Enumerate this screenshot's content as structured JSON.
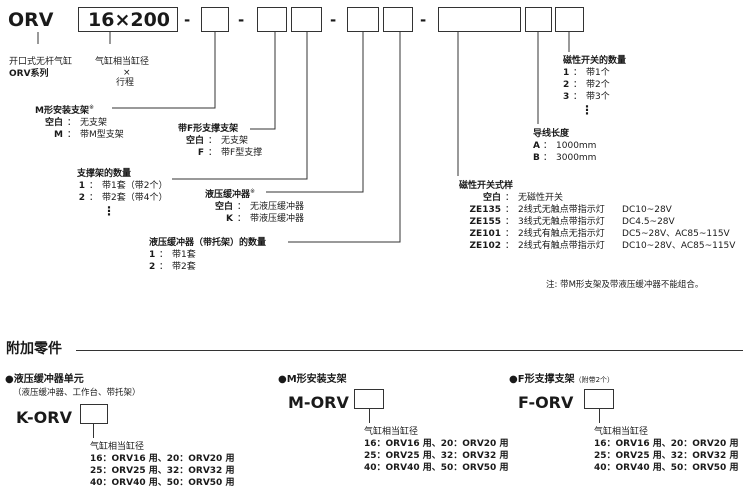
{
  "model_code": {
    "series": "ORV",
    "size_stroke": "16×200",
    "dashes": [
      "-",
      "-",
      "-",
      "-"
    ]
  },
  "left_labels": {
    "series_line1": "开口式无杆气缸",
    "series_line2": "ORV系列",
    "bore": "气缸相当缸径",
    "times": "×",
    "stroke": "行程"
  },
  "m_bracket": {
    "title": "M形安装支架",
    "note_mark": "※",
    "options": [
      {
        "code": "空白",
        "sep": "：",
        "desc": "无支架"
      },
      {
        "code": "M",
        "sep": "：",
        "desc": "带M型支架"
      }
    ]
  },
  "f_bracket": {
    "title": "带F形支撑支架",
    "options": [
      {
        "code": "空白",
        "sep": "：",
        "desc": "无支架"
      },
      {
        "code": "F",
        "sep": "：",
        "desc": "带F型支撑"
      }
    ]
  },
  "support_qty": {
    "title": "支撑架的数量",
    "options": [
      {
        "code": "1",
        "sep": "：",
        "desc": "带1套（带2个）"
      },
      {
        "code": "2",
        "sep": "：",
        "desc": "带2套（带4个）"
      }
    ],
    "ellipsis": "⋮"
  },
  "absorber": {
    "title": "液压缓冲器",
    "note_mark": "※",
    "options": [
      {
        "code": "空白",
        "sep": "：",
        "desc": "无液压缓冲器"
      },
      {
        "code": "K",
        "sep": "：",
        "desc": "带液压缓冲器"
      }
    ]
  },
  "absorber_qty": {
    "title": "液压缓冲器（带托架）的数量",
    "options": [
      {
        "code": "1",
        "sep": "：",
        "desc": "带1套"
      },
      {
        "code": "2",
        "sep": "：",
        "desc": "带2套"
      }
    ]
  },
  "switch_type": {
    "title": "磁性开关式样",
    "rows": [
      {
        "code": "空白",
        "sep": "：",
        "desc": "无磁性开关",
        "spec": ""
      },
      {
        "code": "ZE135",
        "sep": "：",
        "desc": "2线式无触点带指示灯",
        "spec": "DC10~28V"
      },
      {
        "code": "ZE155",
        "sep": "：",
        "desc": "3线式无触点带指示灯",
        "spec": "DC4.5~28V"
      },
      {
        "code": "ZE101",
        "sep": "：",
        "desc": "2线式有触点无指示灯",
        "spec": "DC5~28V、AC85~115V"
      },
      {
        "code": "ZE102",
        "sep": "：",
        "desc": "2线式有触点带指示灯",
        "spec": "DC10~28V、AC85~115V"
      }
    ]
  },
  "lead_length": {
    "title": "导线长度",
    "options": [
      {
        "code": "A",
        "sep": "：",
        "desc": "1000mm"
      },
      {
        "code": "B",
        "sep": "：",
        "desc": "3000mm"
      }
    ]
  },
  "switch_qty": {
    "title": "磁性开关的数量",
    "options": [
      {
        "code": "1",
        "sep": "：",
        "desc": "带1个"
      },
      {
        "code": "2",
        "sep": "：",
        "desc": "带2个"
      },
      {
        "code": "3",
        "sep": "：",
        "desc": "带3个"
      }
    ],
    "ellipsis": "⋮"
  },
  "note": "注:   带M形支架及带液压缓冲器不能组合。",
  "accessories": {
    "title": "附加零件",
    "items": [
      {
        "bullet": "●",
        "name": "液压缓冲器单元",
        "sub": "（液压缓冲器、工作台、带托架）",
        "model": "K-ORV",
        "bore_title": "气缸相当缸径",
        "rows": [
          "16：ORV16 用、20：ORV20 用",
          "25：ORV25 用、32：ORV32 用",
          "40：ORV40 用、50：ORV50 用"
        ]
      },
      {
        "bullet": "●",
        "name": "M形安装支架",
        "sub": "",
        "model": "M-ORV",
        "bore_title": "气缸相当缸径",
        "rows": [
          "16：ORV16 用、20：ORV20 用",
          "25：ORV25 用、32：ORV32 用",
          "40：ORV40 用、50：ORV50 用"
        ]
      },
      {
        "bullet": "●",
        "name": "F形支撑支架",
        "sub": "（附带2个）",
        "model": "F-ORV",
        "bore_title": "气缸相当缸径",
        "rows": [
          "16：ORV16 用、20：ORV20 用",
          "25：ORV25 用、32：ORV32 用",
          "40：ORV40 用、50：ORV50 用"
        ]
      }
    ]
  }
}
